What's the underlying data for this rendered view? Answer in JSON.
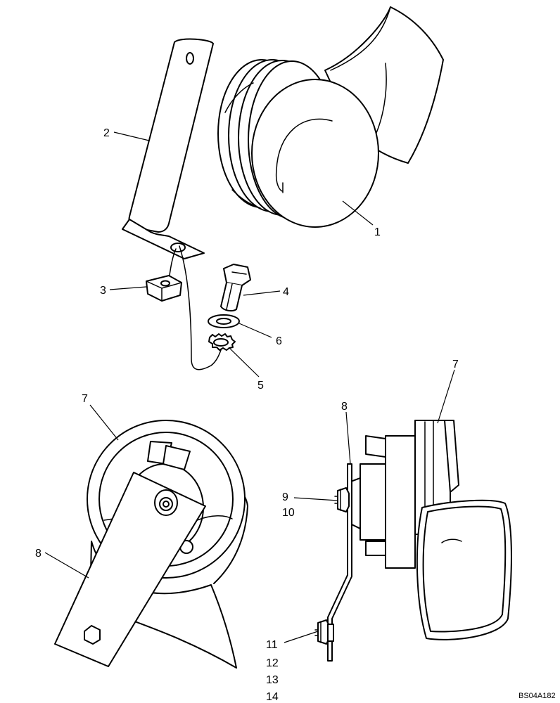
{
  "diagram_code": "BS04A182",
  "callouts": {
    "horn": "1",
    "bracket": "2",
    "nut": "3",
    "bolt": "4",
    "star_washer": "5",
    "flat_washer": "6",
    "horn_front_view": "7",
    "horn_side_view": "7",
    "strap_front_view": "8",
    "strap_side_view": "8",
    "nut_upper_a": "9",
    "nut_upper_b": "10",
    "nut_lower_a": "11",
    "nut_lower_b": "12",
    "nut_lower_c": "13",
    "nut_lower_d": "14"
  }
}
